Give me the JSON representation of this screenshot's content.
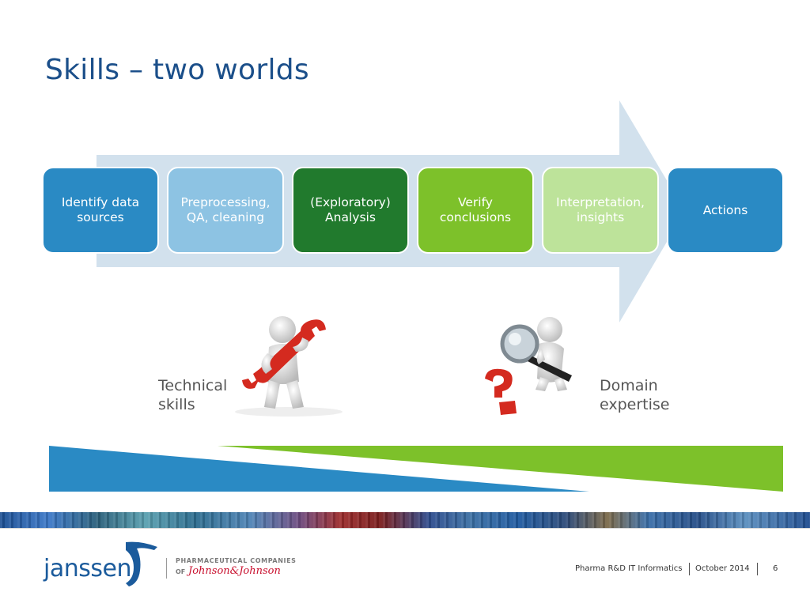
{
  "slide": {
    "title": "Skills – two worlds"
  },
  "process": {
    "steps": [
      {
        "label": "Identify data\nsources",
        "color": "#2a8ac4"
      },
      {
        "label": "Preprocessing,\nQA, cleaning",
        "color": "#8dc3e3"
      },
      {
        "label": "(Exploratory)\nAnalysis",
        "color": "#217a2d"
      },
      {
        "label": "Verify\nconclusions",
        "color": "#7dc12a"
      },
      {
        "label": "Interpretation,\ninsights",
        "color": "#bde39a"
      },
      {
        "label": "Actions",
        "color": "#2a8ac4"
      }
    ],
    "arrow_color": "#d2e1ed"
  },
  "labels": {
    "technical": "Technical\nskills",
    "domain": "Domain\nexpertise"
  },
  "wedges": {
    "technical_color": "#2a8ac4",
    "domain_color": "#7dc12a"
  },
  "footer": {
    "company": "janssen",
    "pharma": "PHARMACEUTICAL COMPANIES",
    "of": "OF",
    "parent": "Johnson&Johnson",
    "department": "Pharma R&D IT Informatics",
    "date": "October 2014",
    "page": "6"
  },
  "icons": [
    "wrench-figure-icon",
    "magnifier-figure-icon",
    "question-mark-icon",
    "janssen-logo-icon"
  ]
}
